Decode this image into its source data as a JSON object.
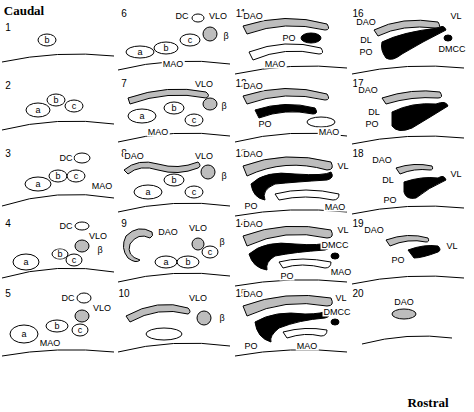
{
  "diagram": {
    "labels": [
      "Caudal",
      "1",
      "b",
      "2",
      "b",
      "a",
      "c",
      "3",
      "DC",
      "b",
      "c",
      "a",
      "MAO",
      "4",
      "DC",
      "VLO",
      "b",
      "β",
      "a",
      "c",
      "5",
      "DC",
      "VLO",
      "b",
      "a",
      "c",
      "MAO",
      "6",
      "DC",
      "VLO",
      "β",
      "a",
      "b",
      "c",
      "MAO",
      "7",
      "VLO",
      "β",
      "b",
      "a",
      "c",
      "MAO",
      "8",
      "DAO",
      "VLO",
      "β",
      "b",
      "a",
      "c",
      "9",
      "VLO",
      "DAO",
      "β",
      "a",
      "b",
      "c",
      "10",
      "VLO",
      "β",
      "11",
      "DAO",
      "PO",
      "MAO",
      "12",
      "DAO",
      "PO",
      "MAO",
      "13",
      "DAO",
      "VL",
      "PO",
      "MAO",
      "14",
      "DAO",
      "VL",
      "DMCC",
      "PO",
      "MAO",
      "15",
      "DAO",
      "VL",
      "DMCC",
      "PO",
      "MAO",
      "16",
      "DAO",
      "VL",
      "DL",
      "PO",
      "DMCC",
      "17",
      "DAO",
      "DL",
      "PO",
      "18",
      "DAO",
      "DL",
      "VL",
      "PO",
      "19",
      "DAO",
      "VL",
      "PO",
      "20",
      "DAO",
      "Rostral"
    ]
  }
}
